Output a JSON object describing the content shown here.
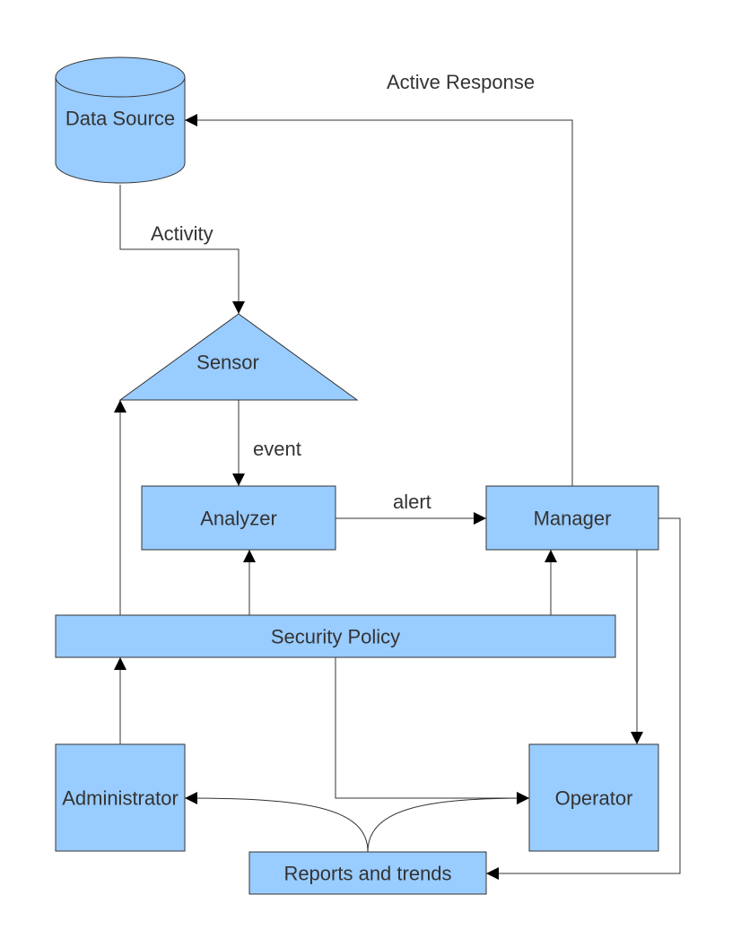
{
  "colors": {
    "node_fill": "#99ccff",
    "stroke": "#333333",
    "text": "#333333",
    "background": "#ffffff"
  },
  "nodes": {
    "data_source": "Data Source",
    "sensor": "Sensor",
    "analyzer": "Analyzer",
    "manager": "Manager",
    "security_policy": "Security Policy",
    "administrator": "Administrator",
    "operator": "Operator",
    "reports": "Reports and trends"
  },
  "edges": {
    "activity": "Activity",
    "event": "event",
    "alert": "alert",
    "active_response": "Active Response"
  }
}
